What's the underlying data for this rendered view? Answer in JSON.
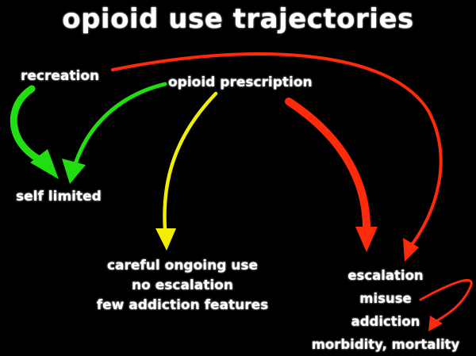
{
  "title": "opioid use trajectories",
  "nodes": {
    "recreation": "recreation",
    "prescription": "opioid prescription",
    "self_limited": "self limited",
    "careful_lines": [
      "careful ongoing use",
      "no escalation",
      "few addiction features"
    ],
    "escalation_lines": [
      "escalation",
      "misuse",
      "addiction",
      "morbidity, mortality"
    ]
  },
  "colors": {
    "background": "#000000",
    "text": "#ffffff",
    "green": "#22dd11",
    "yellow": "#f2ee00",
    "red": "#ff2a0a"
  }
}
